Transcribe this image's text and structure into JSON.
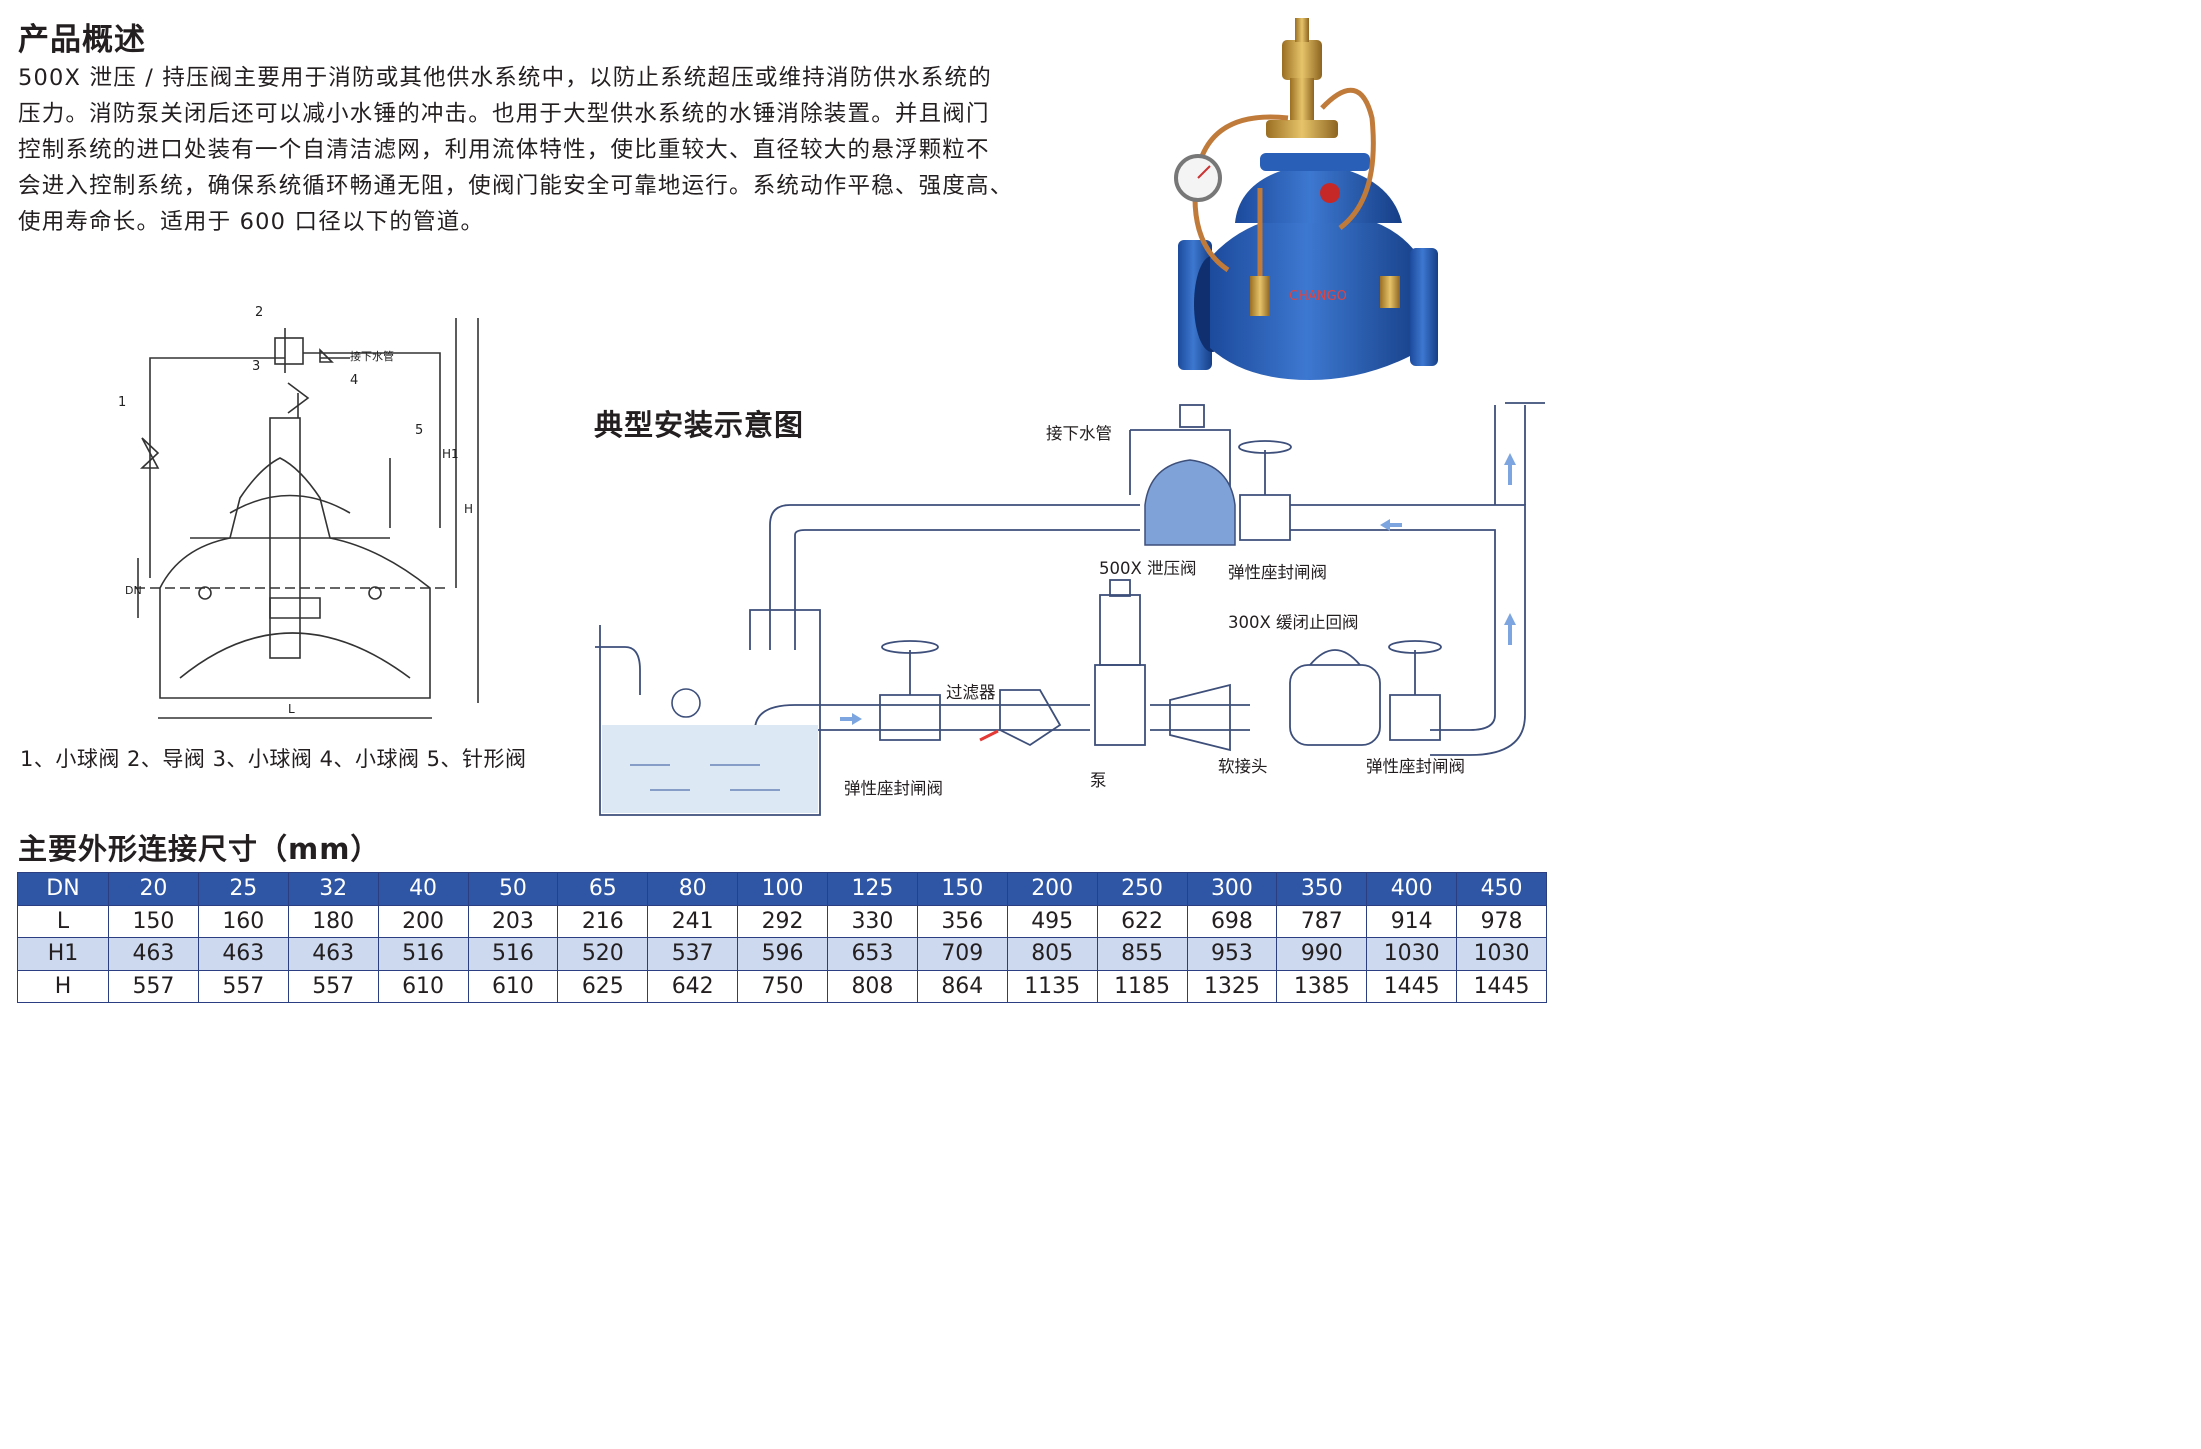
{
  "overview": {
    "title": "产品概述",
    "lines": [
      "500X 泄压 / 持压阀主要用于消防或其他供水系统中，以防止系统超压或维持消防供水系统的",
      "压力。消防泵关闭后还可以减小水锤的冲击。也用于大型供水系统的水锤消除装置。并且阀门",
      "控制系统的进口处装有一个自清洁滤网，利用流体特性，使比重较大、直径较大的悬浮颗粒不",
      "会进入控制系统，确保系统循环畅通无阻，使阀门能安全可靠地运行。系统动作平稳、强度高、",
      "使用寿命长。适用于 600 口径以下的管道。"
    ]
  },
  "drawing": {
    "callouts": [
      "1",
      "2",
      "3",
      "4",
      "5"
    ],
    "pipe_label": "接下水管",
    "dim_labels": {
      "h1": "H1",
      "h": "H",
      "dn": "DN",
      "l": "L"
    },
    "legend": "1、小球阀 2、导阀 3、小球阀 4、小球阀 5、针形阀"
  },
  "installation": {
    "title": "典型安装示意图",
    "labels": {
      "drain_pipe": "接下水管",
      "relief_valve": "500X 泄压阀",
      "gate_valve_top": "弹性座封闸阀",
      "check_valve": "300X 缓闭止回阀",
      "filter": "过滤器",
      "pump": "泵",
      "soft_joint": "软接头",
      "gate_valve_left": "弹性座封闸阀",
      "gate_valve_right": "弹性座封闸阀"
    }
  },
  "photo": {
    "brand_mark": "CHANGO"
  },
  "dimensions": {
    "title": "主要外形连接尺寸（mm）",
    "header": {
      "label": "DN",
      "values": [
        "20",
        "25",
        "32",
        "40",
        "50",
        "65",
        "80",
        "100",
        "125",
        "150",
        "200",
        "250",
        "300",
        "350",
        "400",
        "450"
      ]
    },
    "rows": [
      {
        "label": "L",
        "values": [
          "150",
          "160",
          "180",
          "200",
          "203",
          "216",
          "241",
          "292",
          "330",
          "356",
          "495",
          "622",
          "698",
          "787",
          "914",
          "978"
        ]
      },
      {
        "label": "H1",
        "values": [
          "463",
          "463",
          "463",
          "516",
          "516",
          "520",
          "537",
          "596",
          "653",
          "709",
          "805",
          "855",
          "953",
          "990",
          "1030",
          "1030"
        ]
      },
      {
        "label": "H",
        "values": [
          "557",
          "557",
          "557",
          "610",
          "610",
          "625",
          "642",
          "750",
          "808",
          "864",
          "1135",
          "1185",
          "1325",
          "1385",
          "1445",
          "1445"
        ]
      }
    ]
  },
  "colors": {
    "table_header": "#2e56a4",
    "table_alt_row": "#cdd9ef",
    "table_border": "#2c3e82",
    "valve_blue": "#2a5fb8",
    "brass": "#c99a3c",
    "pipe_line": "#4b6fa8"
  }
}
